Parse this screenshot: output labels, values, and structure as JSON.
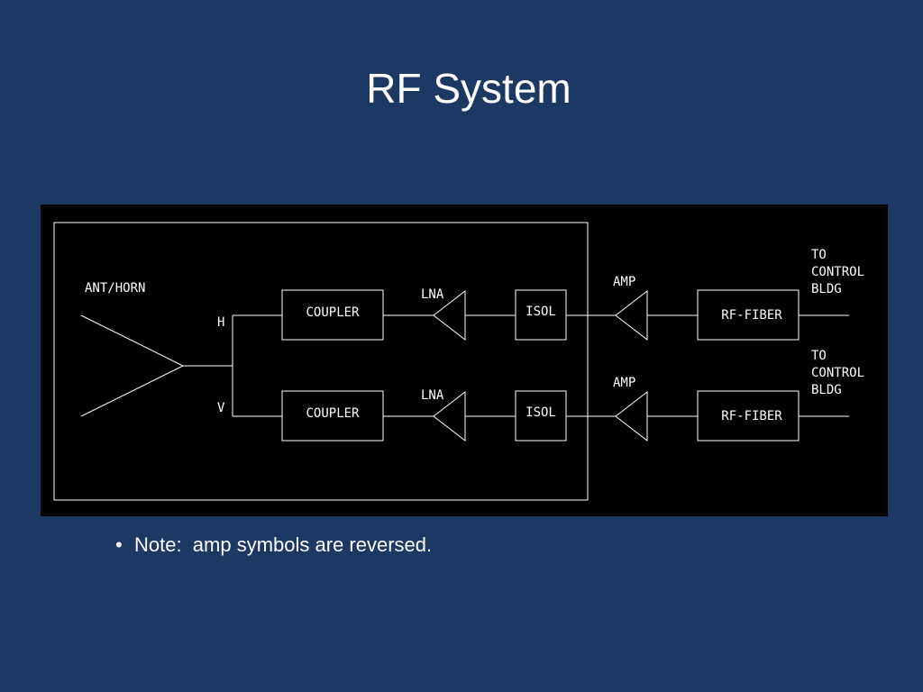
{
  "slide": {
    "title": "RF System",
    "bullet_marker": "•",
    "bullet_text": "Note:  amp symbols are reversed."
  },
  "diagram": {
    "antenna_label": "ANT/HORN",
    "h_label": "H",
    "v_label": "V",
    "coupler_label": "COUPLER",
    "lna_label": "LNA",
    "isol_label": "ISOL",
    "amp_label": "AMP",
    "fiber_label": "RF-FIBER",
    "destination_lines": [
      "TO",
      "CONTROL",
      "BLDG"
    ]
  },
  "colors": {
    "background": "#1b3963",
    "diagram_bg": "#000000",
    "line": "#ffffff"
  }
}
